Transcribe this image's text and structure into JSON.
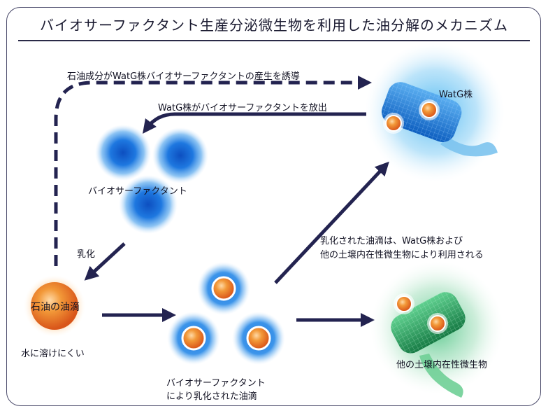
{
  "title": "バイオサーファクタント生産分泌微生物を利用した油分解のメカニズム",
  "labels": {
    "induce": "石油成分がWatG株バイオサーファクタントの産生を誘導",
    "release": "WatG株がバイオサーファクタントを放出",
    "watg": "WatG株",
    "biosurfactant": "バイオサーファクタント",
    "emulsify": "乳化",
    "oil_drop": "石油の油滴",
    "insoluble": "水に溶けにくい",
    "emulsified_line1": "バイオサーファクタント",
    "emulsified_line2": "により乳化された油滴",
    "utilized_line1": "乳化された油滴は、WatG株および",
    "utilized_line2": "他の土壌内在性微生物により利用される",
    "other_microbes": "他の土壌内在性微生物"
  },
  "colors": {
    "arrow": "#232350",
    "surfactant": "#1e6fd0",
    "oil": "#e8761e",
    "watg_body": "#2a7fd4",
    "other_body": "#2a9a5a"
  }
}
